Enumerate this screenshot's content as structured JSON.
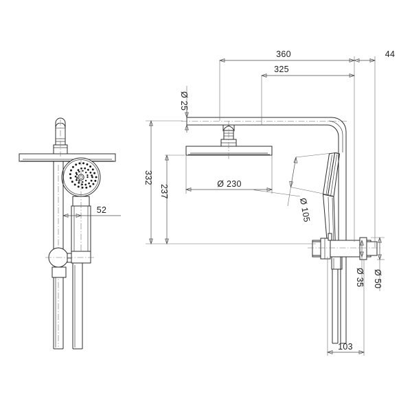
{
  "drawing": {
    "type": "technical-dimension-drawing",
    "subject": "Rail shower system with overhead shower head and handheld shower",
    "units": "mm",
    "views": [
      {
        "name": "front-elevation",
        "position": "left"
      },
      {
        "name": "side-elevation",
        "position": "right"
      }
    ]
  },
  "dimensions": {
    "arm_overall_length": "360",
    "arm_to_rail_length": "325",
    "rail_offset_from_wall": "44",
    "arm_pipe_diameter": "Ø 25",
    "overhead_head_diameter": "Ø 230",
    "overall_height_to_arm": "332",
    "height_to_head_underside": "237",
    "handheld_head_diameter": "Ø 105",
    "holder_inner_diameter": "Ø 35",
    "holder_outer_diameter": "Ø 50",
    "bracket_projection": "103",
    "front_view_offset": "52"
  },
  "labels": {
    "d360": "360",
    "d325": "325",
    "d44": "44",
    "d25": "Ø 25",
    "d230": "Ø 230",
    "d332": "332",
    "d237": "237",
    "d105": "Ø 105",
    "d35": "Ø 35",
    "d50": "Ø 50",
    "d103": "103",
    "d52": "52"
  },
  "style": {
    "line_color": "#2b2b2b",
    "dim_color": "#4a4a4a",
    "text_color": "#1d1d1d",
    "background": "#ffffff"
  }
}
